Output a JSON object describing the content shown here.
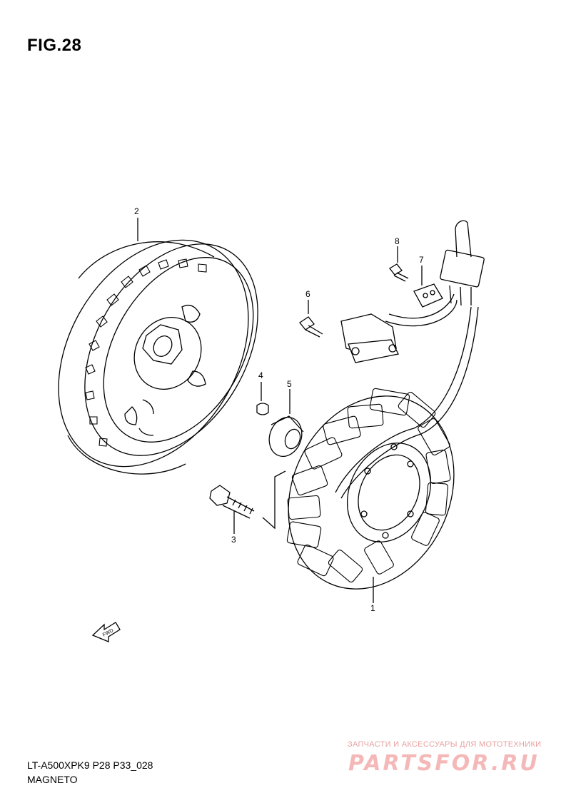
{
  "figure": {
    "title": "FIG.28"
  },
  "callouts": [
    {
      "id": "1",
      "label": "1"
    },
    {
      "id": "2",
      "label": "2"
    },
    {
      "id": "3",
      "label": "3"
    },
    {
      "id": "4",
      "label": "4"
    },
    {
      "id": "5",
      "label": "5"
    },
    {
      "id": "6",
      "label": "6"
    },
    {
      "id": "7",
      "label": "7"
    },
    {
      "id": "8",
      "label": "8"
    }
  ],
  "fwd_label": "FWD",
  "footer": {
    "code": "LT-A500XPK9 P28 P33_028",
    "name": "MAGNETO"
  },
  "watermark": {
    "line": "ЗАПЧАСТИ И АКСЕССУАРЫ ДЛЯ МОТОТЕХНИКИ",
    "logo": "PARTSFOR.RU"
  },
  "colors": {
    "line": "#000000",
    "watermark": "#f4b8b8"
  }
}
